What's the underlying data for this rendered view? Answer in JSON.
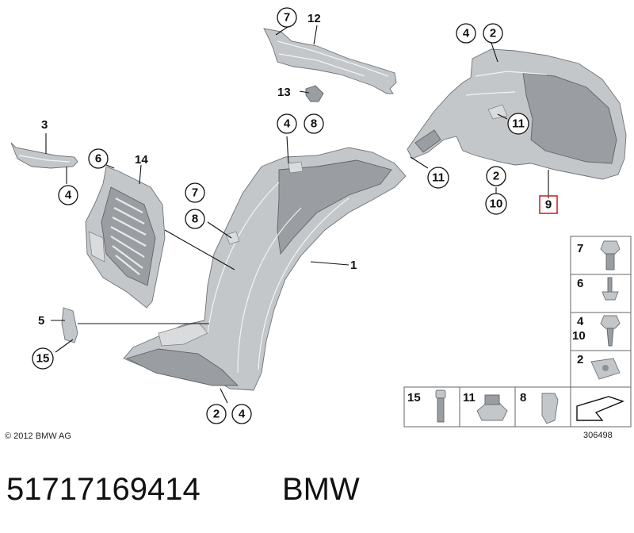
{
  "callouts": {
    "c1": "1",
    "c2a": "2",
    "c2b": "2",
    "c2c": "2",
    "c3": "3",
    "c4a": "4",
    "c4b": "4",
    "c4c": "4",
    "c4d": "4",
    "c5": "5",
    "c6": "6",
    "c7a": "7",
    "c7b": "7",
    "c8a": "8",
    "c8b": "8",
    "c9": "9",
    "c10": "10",
    "c11a": "11",
    "c11b": "11",
    "c12": "12",
    "c13": "13",
    "c14": "14",
    "c15": "15"
  },
  "legend": {
    "l7": "7",
    "l6": "6",
    "l4": "4",
    "l10": "10",
    "l2": "2",
    "l15": "15",
    "l11": "11",
    "l8": "8"
  },
  "diagram_number": "306498",
  "copyright": "© 2012 BMW AG",
  "caption": {
    "part_number": "51717169414",
    "brand": "BMW"
  },
  "colors": {
    "highlight": "#d0262e",
    "part_fill": "#c4c7ca"
  }
}
